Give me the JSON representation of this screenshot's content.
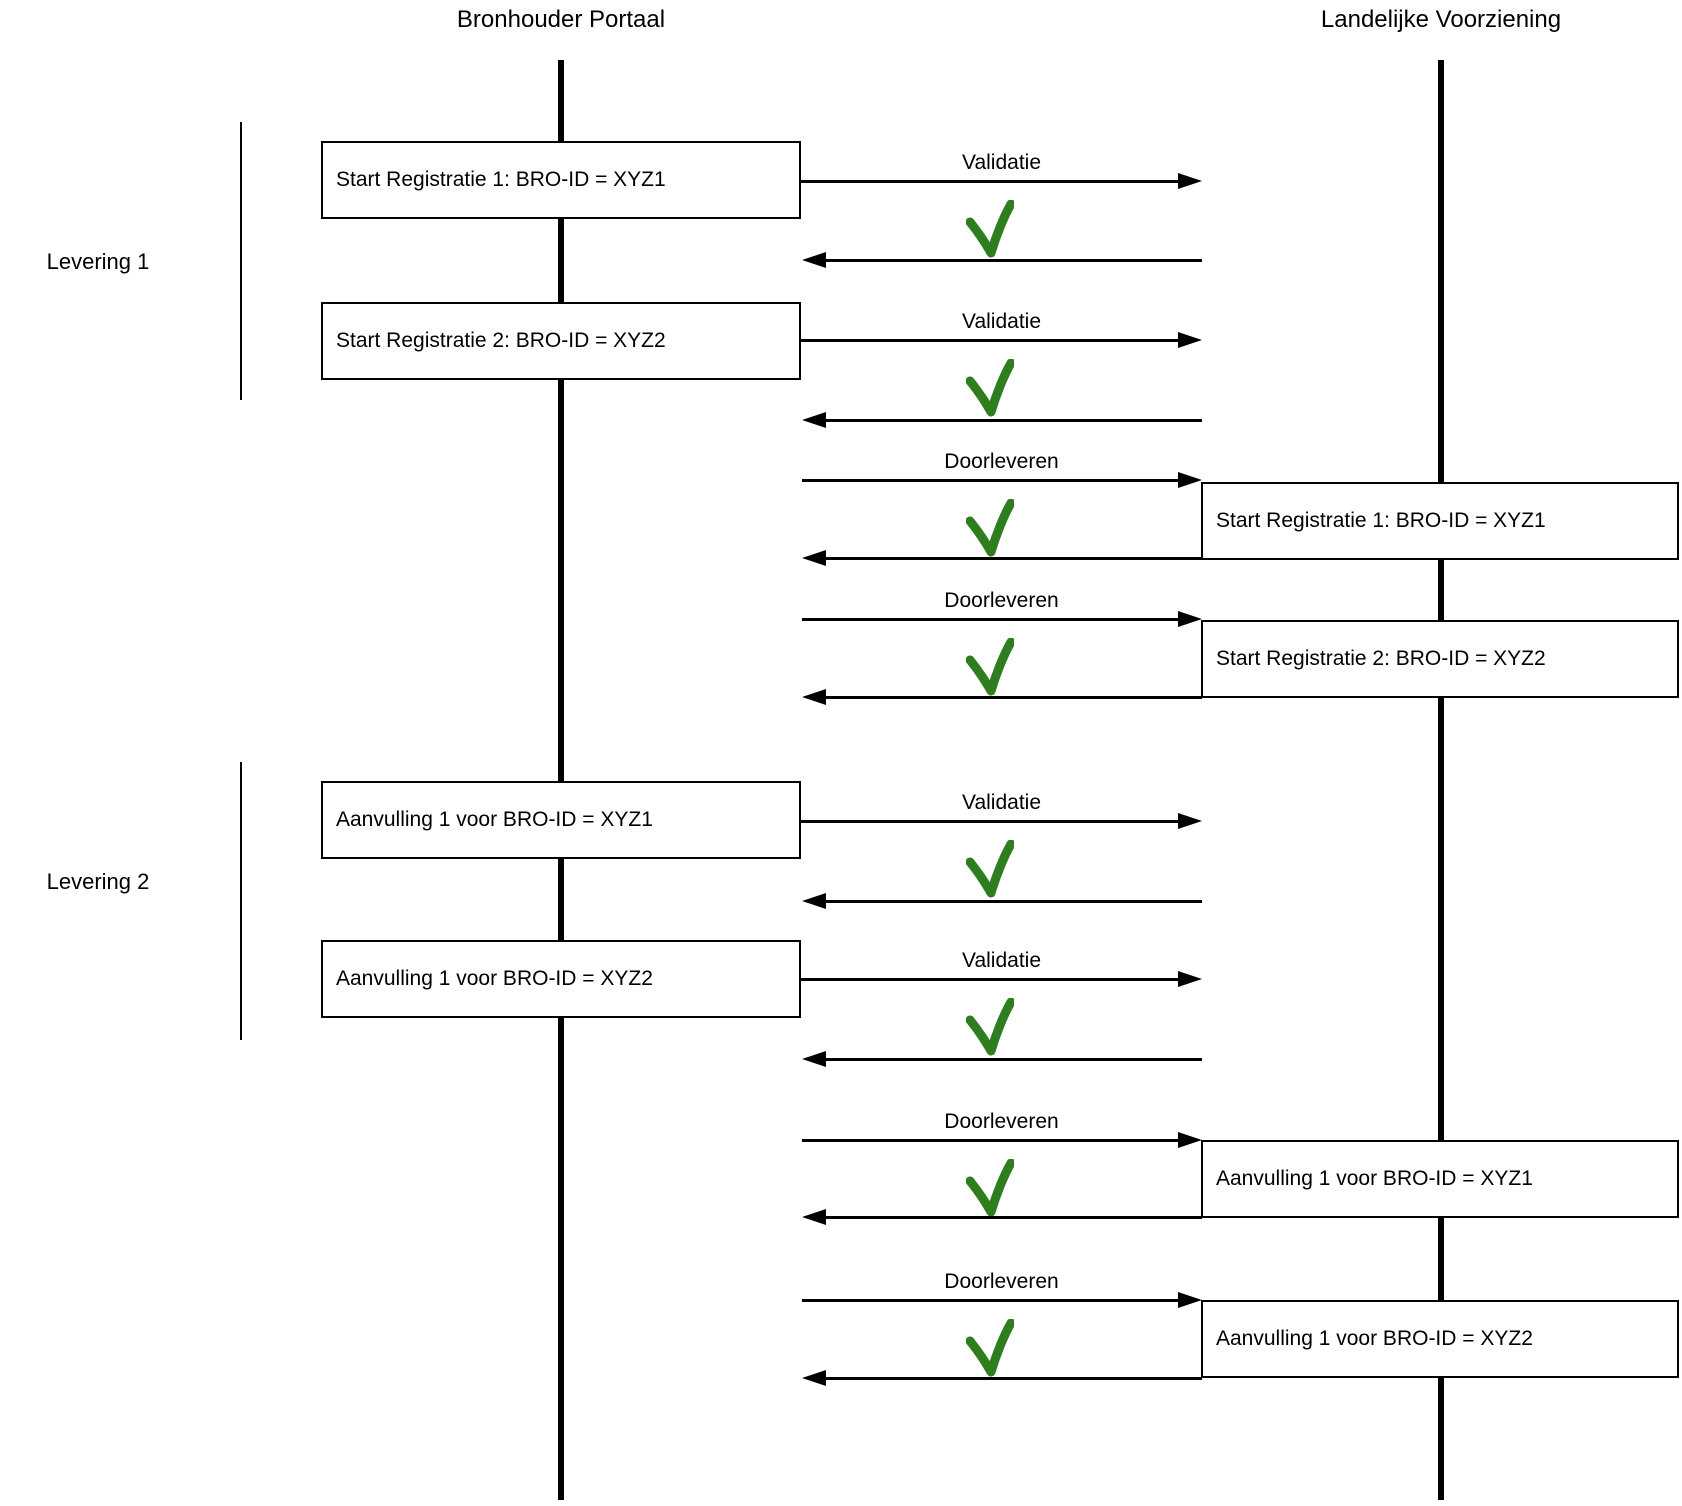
{
  "colors": {
    "line": "#000000",
    "check_green": "#2E7D1E",
    "box_fill": "#FFFFFF"
  },
  "actors": [
    {
      "label": "Bronhouder Portaal"
    },
    {
      "label": "Landelijke Voorziening"
    }
  ],
  "groups": [
    {
      "label": "Levering 1"
    },
    {
      "label": "Levering 2"
    }
  ],
  "portal_boxes": [
    {
      "label": "Start Registratie 1: BRO-ID = XYZ1"
    },
    {
      "label": "Start Registratie 2: BRO-ID = XYZ2"
    },
    {
      "label": "Aanvulling 1 voor BRO-ID = XYZ1"
    },
    {
      "label": "Aanvulling 1 voor BRO-ID = XYZ2"
    }
  ],
  "lv_boxes": [
    {
      "label": "Start Registratie 1: BRO-ID = XYZ1"
    },
    {
      "label": "Start Registratie 2: BRO-ID = XYZ2"
    },
    {
      "label": "Aanvulling 1 voor BRO-ID = XYZ1"
    },
    {
      "label": "Aanvulling 1 voor BRO-ID = XYZ2"
    }
  ],
  "messages": [
    {
      "label": "Validatie",
      "result_icon": "green-checkmark"
    },
    {
      "label": "Validatie",
      "result_icon": "green-checkmark"
    },
    {
      "label": "Doorleveren",
      "result_icon": "green-checkmark"
    },
    {
      "label": "Doorleveren",
      "result_icon": "green-checkmark"
    },
    {
      "label": "Validatie",
      "result_icon": "green-checkmark"
    },
    {
      "label": "Validatie",
      "result_icon": "green-checkmark"
    },
    {
      "label": "Doorleveren",
      "result_icon": "green-checkmark"
    },
    {
      "label": "Doorleveren",
      "result_icon": "green-checkmark"
    }
  ]
}
